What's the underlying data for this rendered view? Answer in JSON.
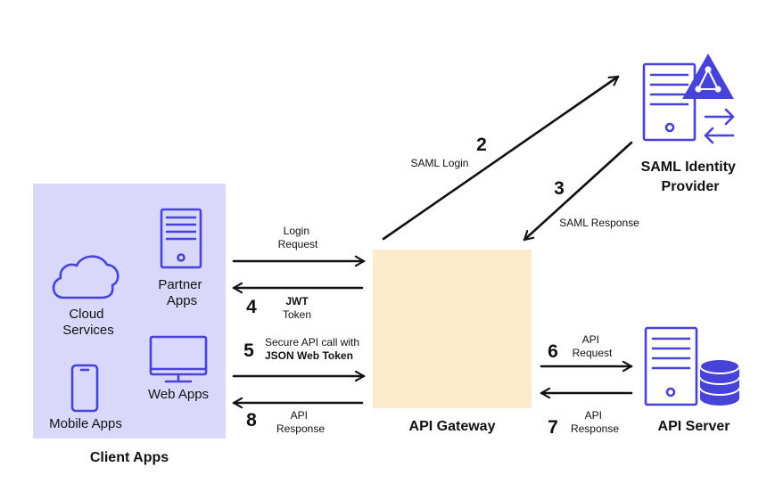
{
  "client_apps": {
    "title": "Client Apps",
    "cloud_services": [
      "Cloud",
      "Services"
    ],
    "partner_apps": [
      "Partner",
      "Apps"
    ],
    "mobile_apps": "Mobile Apps",
    "web_apps": "Web Apps"
  },
  "gateway": {
    "label": "API Gateway"
  },
  "identity_provider": {
    "label": [
      "SAML Identity",
      "Provider"
    ]
  },
  "api_server": {
    "label": "API Server"
  },
  "flows": {
    "login_request": {
      "lines": [
        "Login",
        "Request"
      ]
    },
    "jwt_token": {
      "step": "4",
      "bold": "JWT",
      "line": "Token"
    },
    "secure_call": {
      "step": "5",
      "line": "Secure API call with",
      "bold": "JSON Web Token"
    },
    "api_response_client": {
      "step": "8",
      "lines": [
        "API",
        "Response"
      ]
    },
    "saml_login": {
      "step": "2",
      "line": "SAML Login"
    },
    "saml_response": {
      "step": "3",
      "line": "SAML Response"
    },
    "api_request": {
      "step": "6",
      "lines": [
        "API",
        "Request"
      ]
    },
    "api_response_server": {
      "step": "7",
      "lines": [
        "API",
        "Response"
      ]
    }
  },
  "colors": {
    "client_panel": "#d9d8fb",
    "gateway_panel": "#fde9cc",
    "icon_accent": "#4742d8",
    "arrow": "#111111"
  },
  "icons": {
    "cloud": "cloud-icon",
    "partner": "server-tower-icon",
    "mobile": "smartphone-icon",
    "web": "monitor-icon",
    "identity": "server-with-triangle-badge-icon",
    "exchange": "swap-arrows-icon",
    "api_server": "server-with-database-icon"
  }
}
